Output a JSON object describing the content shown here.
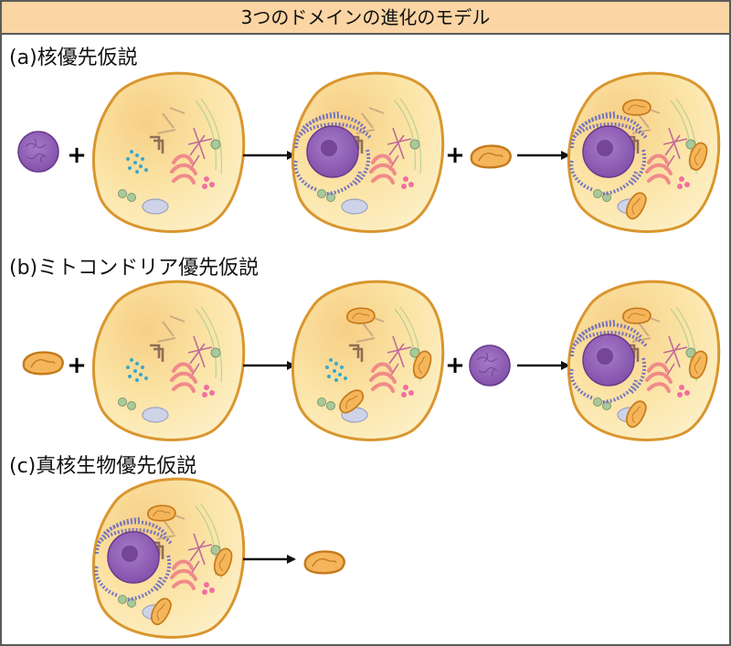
{
  "title": "3つのドメインの進化のモデル",
  "rows": [
    {
      "label": "(a)核優先仮説"
    },
    {
      "label": "(b)ミトコンドリア優先仮説"
    },
    {
      "label": "(c)真核生物優先仮説"
    }
  ],
  "plus_symbol": "+",
  "colors": {
    "title_background": "#fbd5a4",
    "cell_fill": "#fbe8b3",
    "cell_outline": "#d9962e",
    "nucleus": "#8d5bb0",
    "endoplasmic_reticulum": "#6c6cc0",
    "mitochondrion_fill": "#f5b55a",
    "mitochondrion_outline": "#c47a1c",
    "golgi": "#f08a8a",
    "ribosome_cluster": "#3aa8c8",
    "vacuole": "#cfd3e8",
    "lysosome": "#f070a0",
    "peroxisome": "#a9c99a",
    "arrow": "#111111"
  },
  "icons": [
    "nucleus-icon",
    "mitochondrion-icon",
    "cell-icon",
    "arrow-icon",
    "plus-icon"
  ]
}
